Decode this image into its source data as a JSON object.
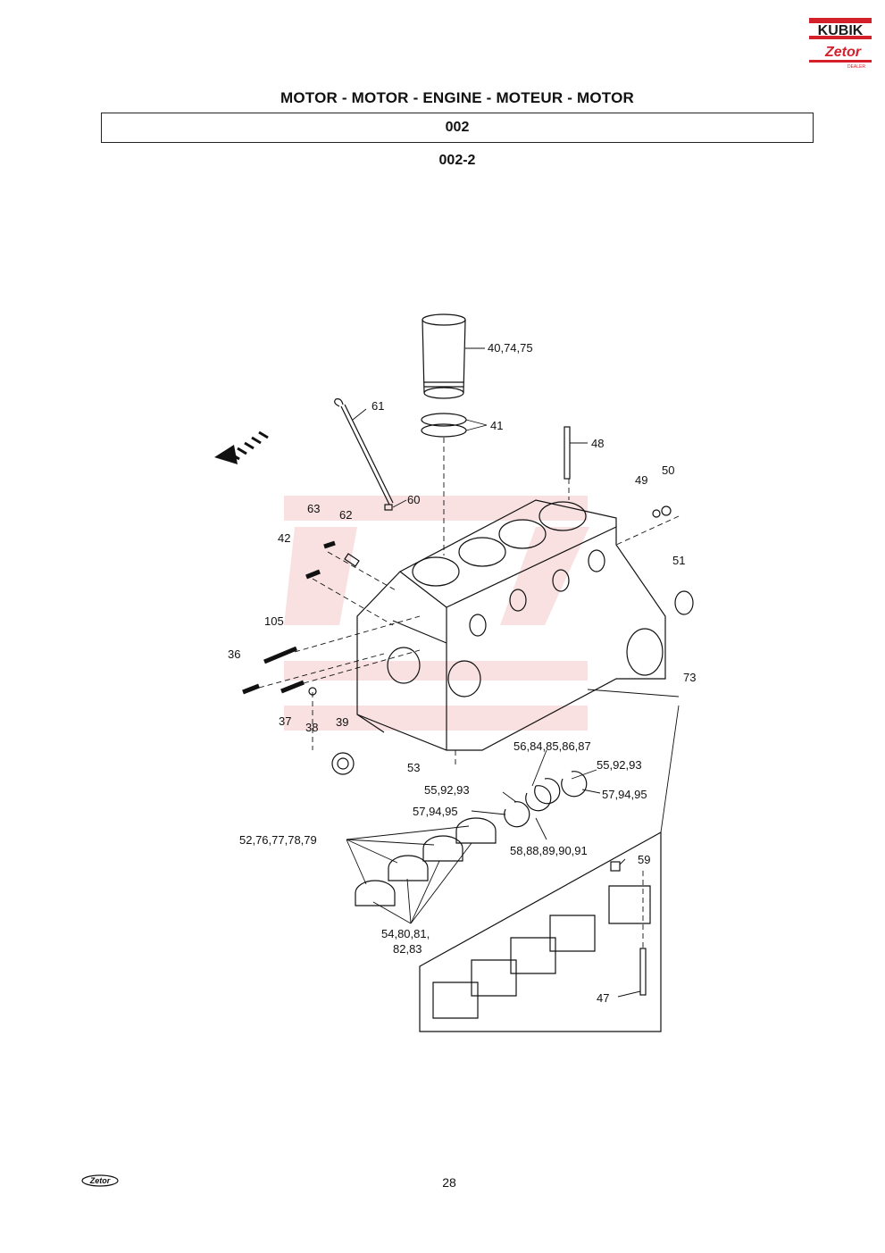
{
  "header": {
    "title": "MOTOR - MOTOR - ENGINE - MOTEUR - MOTOR",
    "section": "002",
    "subsection": "002-2"
  },
  "logo": {
    "name": "kubik-zetor-dealer-logo",
    "brand_text": "KUBIK",
    "sub_text": "Zetor",
    "dealer_text": "DEALER",
    "colors": {
      "red": "#d4202a",
      "dark": "#1a1a1a"
    }
  },
  "footer": {
    "logo_text": "Zetor",
    "page_number": "28"
  },
  "callouts": [
    "40,74,75",
    "61",
    "41",
    "48",
    "49",
    "50",
    "60",
    "63",
    "62",
    "42",
    "51",
    "105",
    "36",
    "37",
    "38",
    "39",
    "73",
    "56,84,85,86,87",
    "55,92,93",
    "53",
    "55,92,93",
    "57,94,95",
    "57,94,95",
    "52,76,77,78,79",
    "58,88,89,90,91",
    "59",
    "54,80,81,",
    "82,83",
    "47"
  ]
}
